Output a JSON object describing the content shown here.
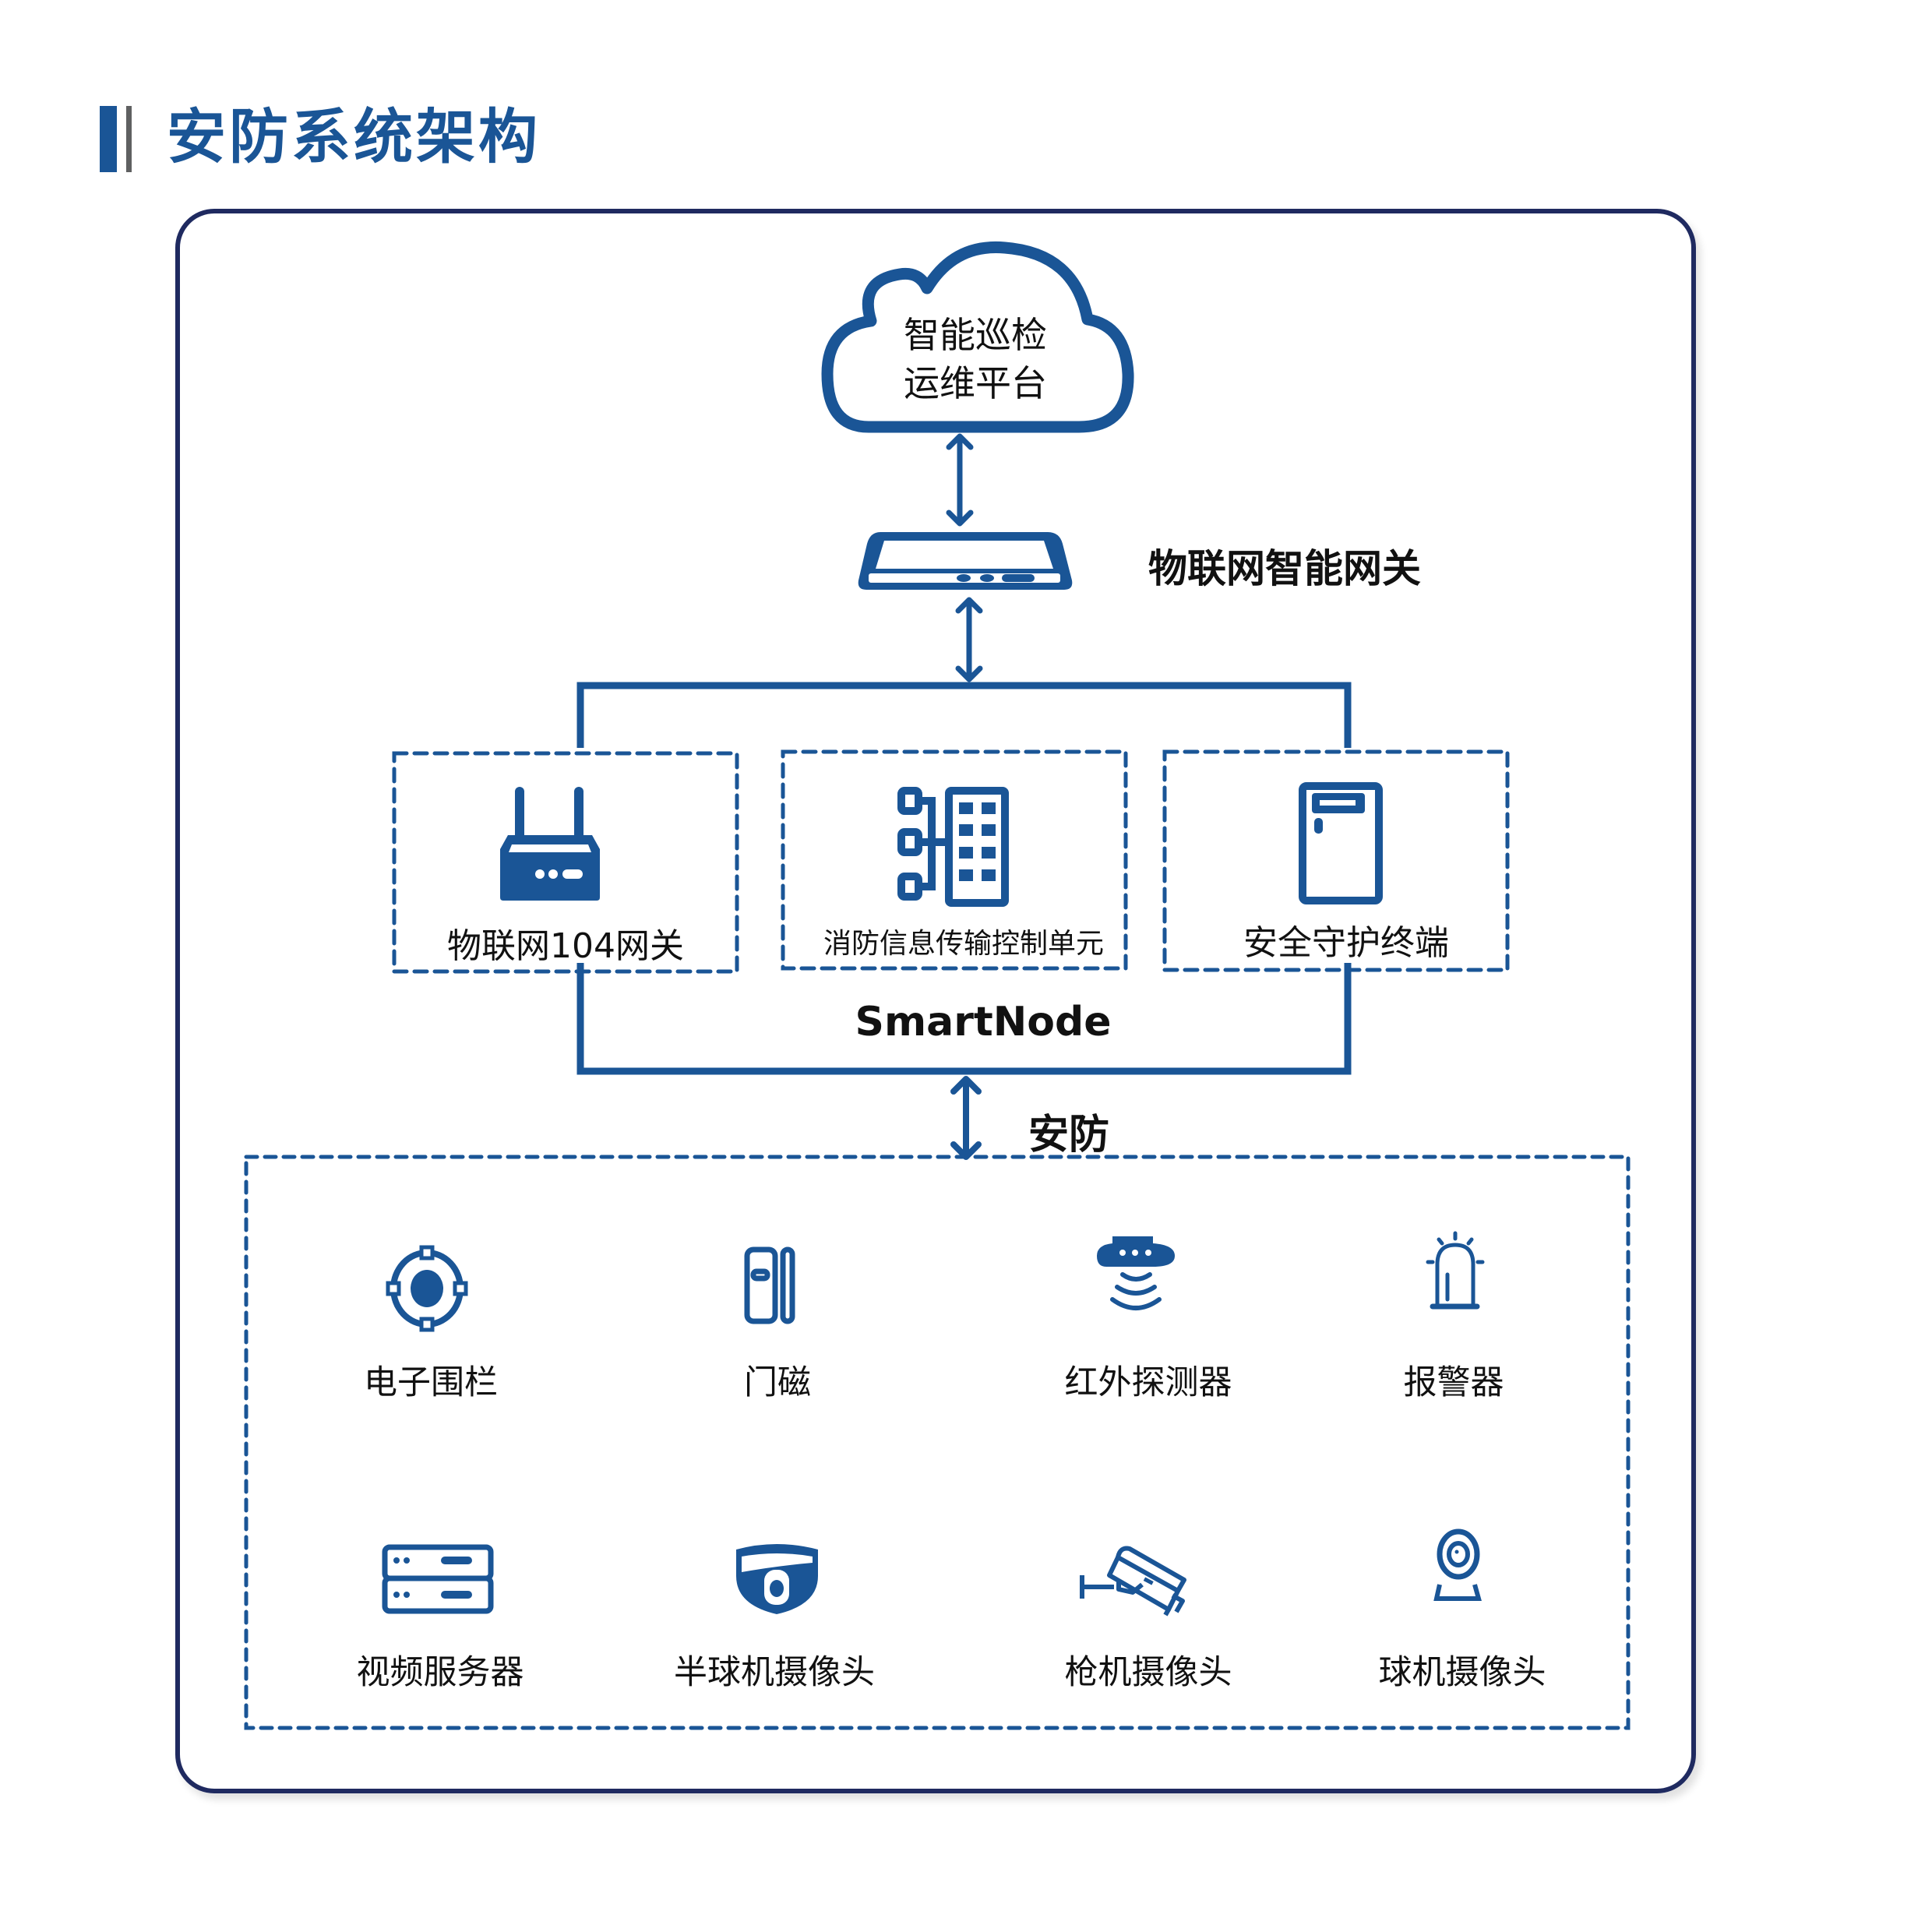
{
  "header": {
    "title": "安防系统架构"
  },
  "colors": {
    "primary_blue": "#1a5596",
    "frame_navy": "#1f2a60",
    "title_gray_bar": "#5f6061",
    "text": "#111111"
  },
  "cloud": {
    "line1": "智能巡检",
    "line2": "运维平台",
    "icon": "cloud-icon"
  },
  "gateway": {
    "label": "物联网智能网关",
    "icon": "gateway-device-icon"
  },
  "smartnode": {
    "label": "SmartNode",
    "modules": [
      {
        "label": "物联网104网关",
        "icon": "router-icon"
      },
      {
        "label": "消防信息传输控制单元",
        "icon": "building-network-icon"
      },
      {
        "label": "安全守护终端",
        "icon": "cabinet-terminal-icon"
      }
    ]
  },
  "security": {
    "label": "安防",
    "devices": [
      {
        "label": "电子围栏",
        "icon": "electronic-fence-icon"
      },
      {
        "label": "门磁",
        "icon": "door-sensor-icon"
      },
      {
        "label": "红外探测器",
        "icon": "infrared-detector-icon"
      },
      {
        "label": "报警器",
        "icon": "alarm-beacon-icon"
      },
      {
        "label": "视频服务器",
        "icon": "video-server-icon"
      },
      {
        "label": "半球机摄像头",
        "icon": "dome-camera-icon"
      },
      {
        "label": "枪机摄像头",
        "icon": "bullet-camera-icon"
      },
      {
        "label": "球机摄像头",
        "icon": "ball-camera-icon"
      }
    ]
  }
}
